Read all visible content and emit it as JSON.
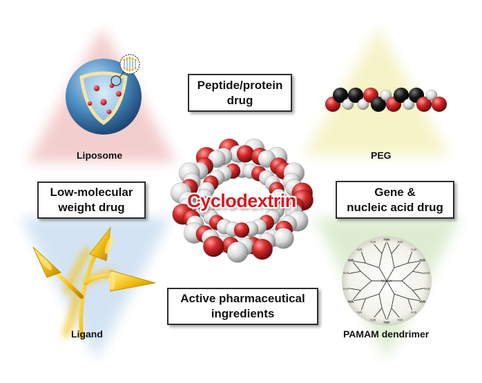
{
  "center": {
    "title": "Cyclodextrin"
  },
  "boxes": {
    "peptide": [
      "Peptide/protein",
      "drug"
    ],
    "low_molecular": [
      "Low-molecular",
      "weight drug"
    ],
    "gene": [
      "Gene &",
      "nucleic acid drug"
    ],
    "api": [
      "Active pharmaceutical",
      "ingredients"
    ]
  },
  "labels": {
    "liposome": "Liposome",
    "peg": "PEG",
    "ligand": "Ligand",
    "pamam": "PAMAM dendrimer"
  },
  "dendrimer": {
    "terminal_text": "H₂N",
    "core_text": "NC₂H₄N"
  },
  "colors": {
    "accent_red": "#d71920",
    "triangle_liposome": "#f2c9c9",
    "triangle_peg": "#f4f3c2",
    "triangle_ligand": "#cfe1f3",
    "triangle_pamam": "#dbeccd",
    "atom_oxygen": "#d42a2a",
    "atom_hydrogen": "#e9e9e9",
    "atom_carbon": "#1a1a1a",
    "ligand_yellow": "#f4c21b"
  }
}
